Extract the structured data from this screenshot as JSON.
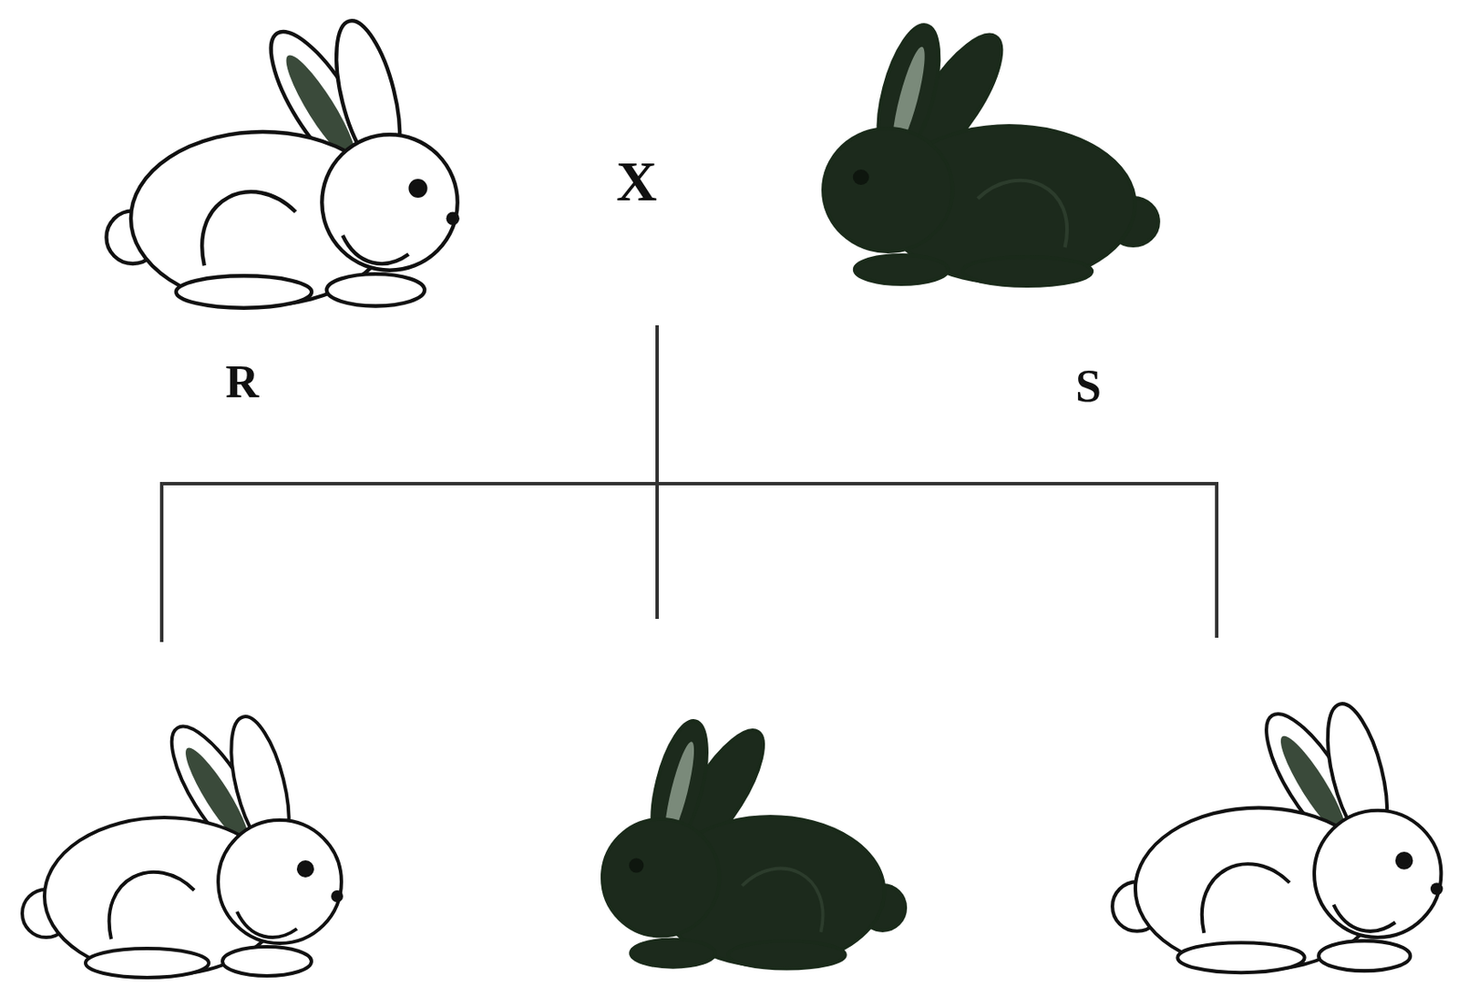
{
  "diagram": {
    "labels": [
      "X",
      "R",
      "S"
    ]
  }
}
